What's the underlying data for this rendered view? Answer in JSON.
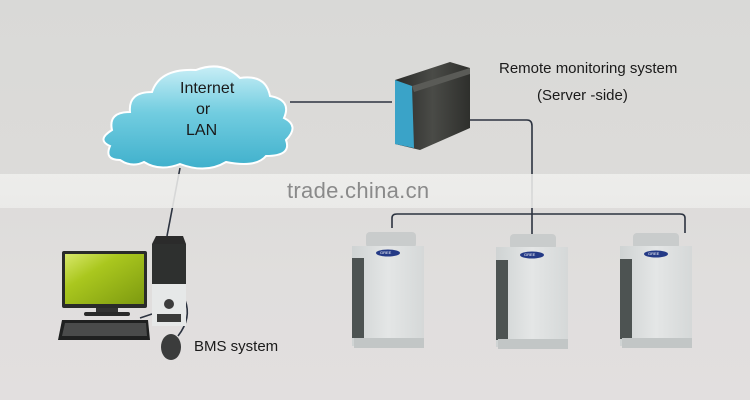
{
  "diagram": {
    "cloud": {
      "label_line1": "Internet",
      "label_line2": "or",
      "label_line3": "LAN"
    },
    "server": {
      "label_line1": "Remote monitoring system",
      "label_line2": "(Server -side)"
    },
    "bms": {
      "label": "BMS system"
    },
    "outdoor_units": [
      {
        "name": "outdoor-unit-1",
        "brand_badge": "GREE"
      },
      {
        "name": "outdoor-unit-2",
        "brand_badge": "GREE"
      },
      {
        "name": "outdoor-unit-3",
        "brand_badge": "GREE"
      }
    ],
    "colors": {
      "cloud": "#5cc0d6",
      "line": "#2c3340",
      "monitor_screen": "#a8c61a",
      "server_body": "#3a3b38",
      "server_accent": "#3aa3c8"
    }
  },
  "watermark": {
    "text": "trade.china.cn"
  }
}
